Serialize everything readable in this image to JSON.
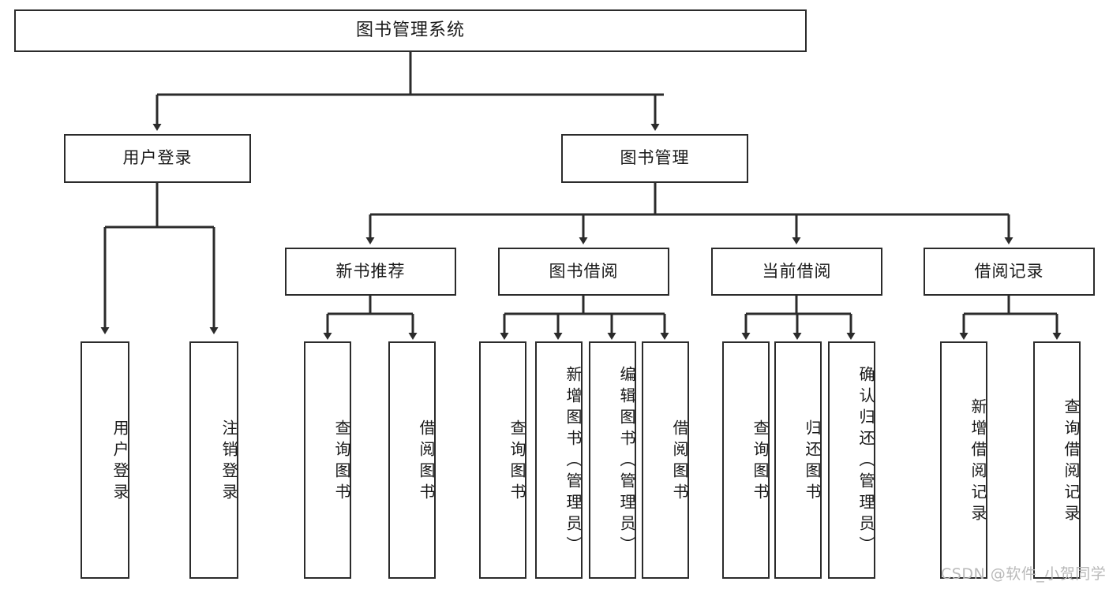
{
  "diagram": {
    "title": "图书管理系统",
    "type": "tree-hierarchy",
    "watermark": "CSDN @软件_小贺同学",
    "colors": {
      "background": "#ffffff",
      "border": "#2b2b2b",
      "text": "#1a1a1a",
      "edge": "#2b2b2b",
      "watermark": "#b9b9b9"
    },
    "levels": {
      "root": {
        "label": "图书管理系统"
      },
      "level1": [
        {
          "id": "user-login",
          "label": "用户登录"
        },
        {
          "id": "book-manage",
          "label": "图书管理"
        }
      ],
      "level2": [
        {
          "id": "new-book-rec",
          "label": "新书推荐",
          "parent": "book-manage"
        },
        {
          "id": "book-borrow",
          "label": "图书借阅",
          "parent": "book-manage"
        },
        {
          "id": "current-borrow",
          "label": "当前借阅",
          "parent": "book-manage"
        },
        {
          "id": "borrow-record",
          "label": "借阅记录",
          "parent": "book-manage"
        }
      ],
      "leaves": {
        "user-login": [
          {
            "id": "leaf-user-login",
            "label": "用户登录"
          },
          {
            "id": "leaf-user-logout",
            "label": "注销登录"
          }
        ],
        "new-book-rec": [
          {
            "id": "leaf-query-book-1",
            "label": "查询图书"
          },
          {
            "id": "leaf-borrow-book-1",
            "label": "借阅图书"
          }
        ],
        "book-borrow": [
          {
            "id": "leaf-query-book-2",
            "label": "查询图书"
          },
          {
            "id": "leaf-add-book",
            "label": "新增图书（管理员）"
          },
          {
            "id": "leaf-edit-book",
            "label": "编辑图书（管理员）"
          },
          {
            "id": "leaf-borrow-book-2",
            "label": "借阅图书"
          }
        ],
        "current-borrow": [
          {
            "id": "leaf-query-book-3",
            "label": "查询图书"
          },
          {
            "id": "leaf-return-book",
            "label": "归还图书"
          },
          {
            "id": "leaf-confirm-return",
            "label": "确认归还（管理员）"
          }
        ],
        "borrow-record": [
          {
            "id": "leaf-add-record",
            "label": "新增借阅记录"
          },
          {
            "id": "leaf-query-record",
            "label": "查询借阅记录"
          }
        ]
      }
    }
  }
}
